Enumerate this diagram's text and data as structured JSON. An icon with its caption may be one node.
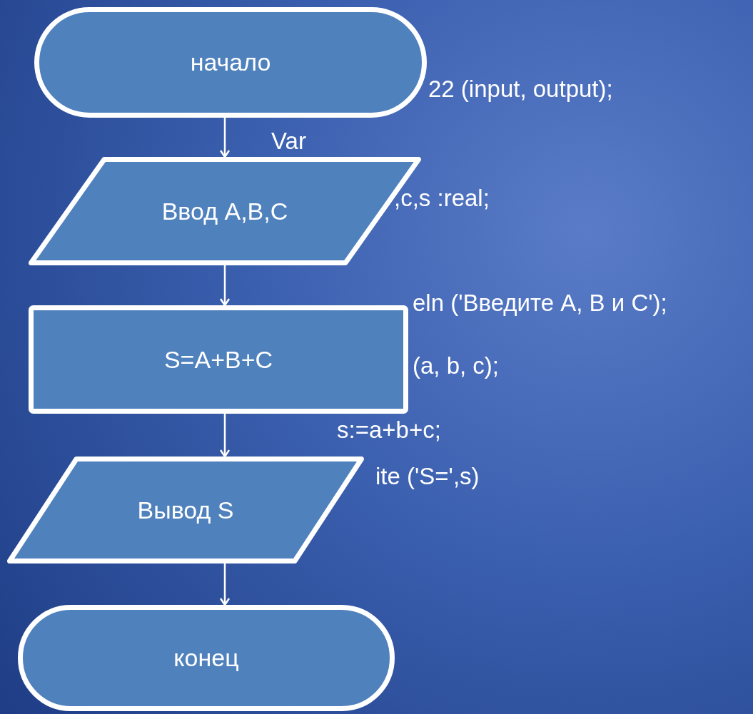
{
  "diagram": {
    "nodes": [
      {
        "text": [
          "начало"
        ]
      },
      {
        "text": [
          "Ввод A,B,C"
        ]
      },
      {
        "text": [
          "S=A+B+C"
        ]
      },
      {
        "text": [
          "Вывод S"
        ]
      },
      {
        "text": [
          "конец"
        ]
      }
    ],
    "edges": [
      {
        "from": 0,
        "to": 1,
        "arrow": "to"
      },
      {
        "from": 1,
        "to": 2,
        "arrow": "to"
      },
      {
        "from": 2,
        "to": 3,
        "arrow": "to"
      },
      {
        "from": 3,
        "to": 4,
        "arrow": "to"
      }
    ],
    "labels": [
      "22 (input, output);",
      "Var",
      ",c,s :real;",
      "eln ('Введите A, B и C');",
      "(a, b, c);",
      "s:=a+b+c;",
      "ite ('S=',s)"
    ]
  }
}
